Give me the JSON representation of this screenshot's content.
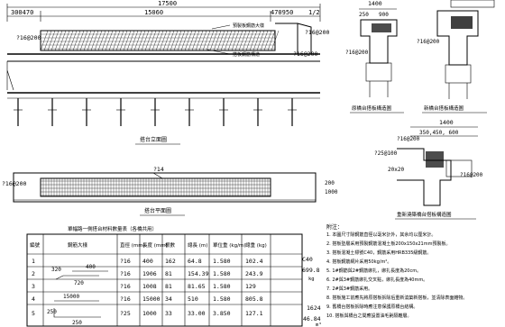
{
  "main_elevation": {
    "dim_total": "17500",
    "dim_left": "300470",
    "dim_mid": "15060",
    "dim_right": "470950",
    "dim_right_half": "1/2",
    "callout_rebar_top": "?16@200",
    "callout_rebar_left": "?16@200",
    "callout_rebar_right": "?16@200",
    "callout_label_1": "預製板鋼筋大樣",
    "callout_label_2": "搭板鋼筋構造",
    "title": "搭台立面圖"
  },
  "plan_view": {
    "callout_top": "?14",
    "callout_left": "?16@200",
    "dim_right_1": "200",
    "dim_right_2": "1000",
    "title": "搭台平面圖"
  },
  "detail_top_left": {
    "dim_top": "1400",
    "dim_left": "250",
    "dim_mid": "900",
    "callout": "?16@200",
    "title": "原橋台搭板構造圖"
  },
  "detail_top_right": {
    "callout": "?16@200",
    "title": "新橋台搭板構造圖"
  },
  "detail_bottom_right": {
    "dim_top": "1400",
    "dim_sub": "350,450, 600",
    "callout_1": "?16@200",
    "callout_2": "?25@100",
    "callout_3": "20x20",
    "callout_4": "?16@200",
    "title": "重新澆築橋台搭板構造圖"
  },
  "rebar_table": {
    "title": "單幅路一側搭台材料數量表（各橋共用）",
    "headers": [
      "編號",
      "鋼筋大樣",
      "直徑 (mm)",
      "長度 (mm)",
      "根數",
      "總長 (m)",
      "單位重 (kg/m)",
      "總重 (kg)"
    ],
    "rows": [
      [
        "1",
        "",
        "?16",
        "400",
        "162",
        "64.8",
        "1.580",
        "102.4"
      ],
      [
        "2",
        "",
        "?16",
        "1906",
        "81",
        "154.39",
        "1.580",
        "243.9"
      ],
      [
        "3",
        "",
        "?16",
        "1008",
        "81",
        "81.65",
        "1.580",
        "129"
      ],
      [
        "4",
        "",
        "?16",
        "15000",
        "34",
        "510",
        "1.580",
        "805.8"
      ],
      [
        "5",
        "",
        "?25",
        "1000",
        "33",
        "33.00",
        "3.850",
        "127.1"
      ]
    ],
    "sketch_labels": [
      "400",
      "320",
      "720",
      "15000",
      "250",
      "250"
    ]
  },
  "notes": {
    "heading": "附注：",
    "lines": [
      "1. 本圖尺寸除鋼筋直徑以毫米計外，其余均以厘米計。",
      "2. 搭板墊層采用預製鋼筋混凝土板200x150x21mm預製板。",
      "3. 搭板混凝土標號C40，鋼筋采用HRB335級鋼筋。",
      "4. 搭板鋼筋網片采用50kg/m²。",
      "5. 1#鋼筋與2#鋼筋綁扎，綁扎長度為20cm。",
      "6. 2#與3#鋼筋綁扎交叉點，綁扎長度為40mm。",
      "7. 2#與3#鋼筋采用。",
      "8. 搭板施工前應先將原搭板拆除后重新澆築新搭板，並清除表面雜物。",
      "9. 舊橋台搭板拆除時應注意保護原橋台結構。",
      "10. 搭板與橋台之間應設置油毛氈隔離層。"
    ],
    "side_values": [
      "C40",
      "699.8",
      "kg",
      "1624",
      "46.84",
      "m³"
    ]
  }
}
